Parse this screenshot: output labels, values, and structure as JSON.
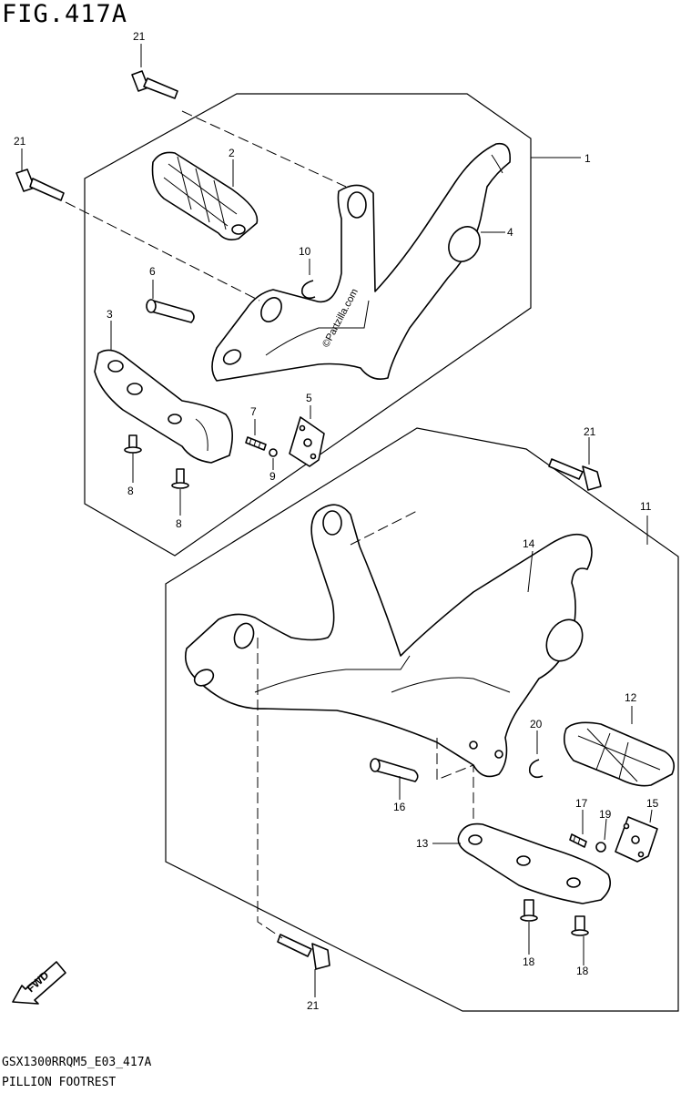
{
  "figure": {
    "title": "FIG.417A",
    "code": "GSX1300RRQM5_E03_417A",
    "name": "PILLION FOOTREST",
    "watermark": "©Partzilla.com"
  },
  "callouts": {
    "c1": "1",
    "c2": "2",
    "c3": "3",
    "c4": "4",
    "c5": "5",
    "c6": "6",
    "c7": "7",
    "c8a": "8",
    "c8b": "8",
    "c9": "9",
    "c10": "10",
    "c11": "11",
    "c12": "12",
    "c13": "13",
    "c14": "14",
    "c15": "15",
    "c16": "16",
    "c17": "17",
    "c18a": "18",
    "c18b": "18",
    "c19": "19",
    "c20": "20",
    "c21a": "21",
    "c21b": "21",
    "c21c": "21",
    "c21d": "21"
  },
  "direction_arrow": "FWD"
}
